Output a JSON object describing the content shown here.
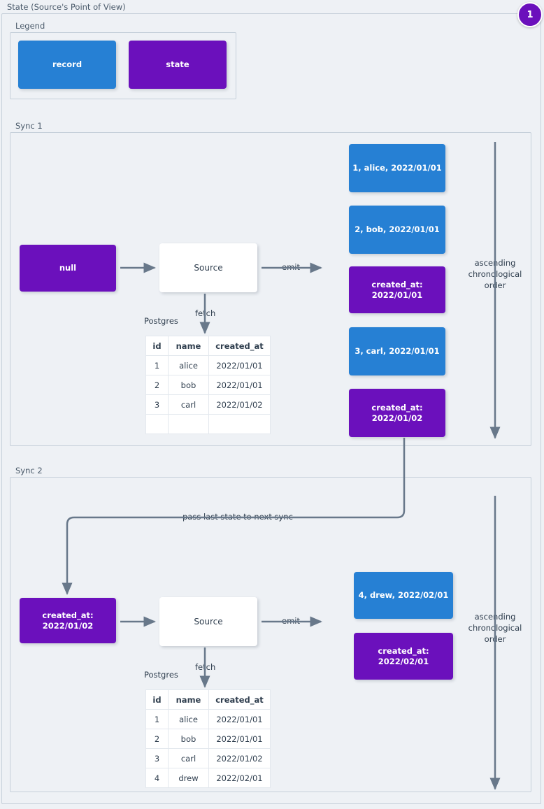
{
  "diagram": {
    "title": "State (Source's Point of View)",
    "badge": "1",
    "colors": {
      "record": "#2680d4",
      "state": "#6b10bc",
      "background": "#eef1f5",
      "border": "#c6d0da",
      "arrow": "#68788a"
    }
  },
  "legend": {
    "title": "Legend",
    "record_label": "record",
    "state_label": "state"
  },
  "sync1": {
    "title": "Sync 1",
    "input_state": "null",
    "source_label": "Source",
    "db_label": "Postgres",
    "fetch_label": "fetch",
    "emit_label": "emit",
    "order_caption": "ascending\nchronological\norder",
    "table": {
      "columns": [
        "id",
        "name",
        "created_at"
      ],
      "rows": [
        [
          "1",
          "alice",
          "2022/01/01"
        ],
        [
          "2",
          "bob",
          "2022/01/01"
        ],
        [
          "3",
          "carl",
          "2022/01/02"
        ],
        [
          "",
          "",
          ""
        ]
      ]
    },
    "emitted": [
      {
        "kind": "record",
        "text": "1, alice, 2022/01/01"
      },
      {
        "kind": "record",
        "text": "2, bob, 2022/01/01"
      },
      {
        "kind": "state",
        "line1": "created_at:",
        "line2": "2022/01/01"
      },
      {
        "kind": "record",
        "text": "3, carl, 2022/01/01"
      },
      {
        "kind": "state",
        "line1": "created_at:",
        "line2": "2022/01/02"
      }
    ]
  },
  "sync2": {
    "title": "Sync 2",
    "pass_state_label": "pass last state to next sync",
    "input_state_line1": "created_at:",
    "input_state_line2": "2022/01/02",
    "source_label": "Source",
    "db_label": "Postgres",
    "fetch_label": "fetch",
    "emit_label": "emit",
    "order_caption": "ascending\nchronological\norder",
    "table": {
      "columns": [
        "id",
        "name",
        "created_at"
      ],
      "rows": [
        [
          "1",
          "alice",
          "2022/01/01"
        ],
        [
          "2",
          "bob",
          "2022/01/01"
        ],
        [
          "3",
          "carl",
          "2022/01/02"
        ],
        [
          "4",
          "drew",
          "2022/02/01"
        ]
      ]
    },
    "emitted": [
      {
        "kind": "record",
        "text": "4, drew, 2022/02/01"
      },
      {
        "kind": "state",
        "line1": "created_at:",
        "line2": "2022/02/01"
      }
    ]
  }
}
